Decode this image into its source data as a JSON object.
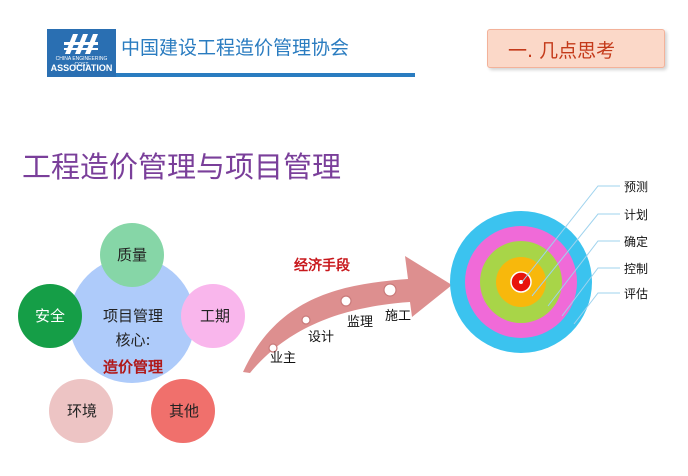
{
  "header": {
    "logo_text_small": "CHINA ENGINEERING COST",
    "logo_text_big": "ASSOCIATION",
    "org_name": "中国建设工程造价管理协会"
  },
  "section_badge": "一. 几点思考",
  "title": "工程造价管理与项目管理",
  "core": {
    "line1": "项目管理",
    "line2": "核心:",
    "line3": "造价管理"
  },
  "petals": [
    "质量",
    "工期",
    "其他",
    "环境",
    "安全"
  ],
  "arrow": {
    "label": "经济手段",
    "stages": [
      "业主",
      "设计",
      "监理",
      "施工"
    ]
  },
  "target": {
    "labels": [
      "预测",
      "计划",
      "确定",
      "控制",
      "评估"
    ]
  },
  "colors": {
    "brand": "#2a7cc0",
    "title": "#7a3f9a",
    "badge_text": "#c43a1a",
    "core": "#aecbfa",
    "core_emphasis": "#b01818",
    "arrow": "#dd8f8f",
    "ring_outer": "#3bc3ef",
    "ring_2": "#f06ad8",
    "ring_3": "#a8d548",
    "ring_4": "#f8b80c",
    "center": "#e8130c"
  }
}
